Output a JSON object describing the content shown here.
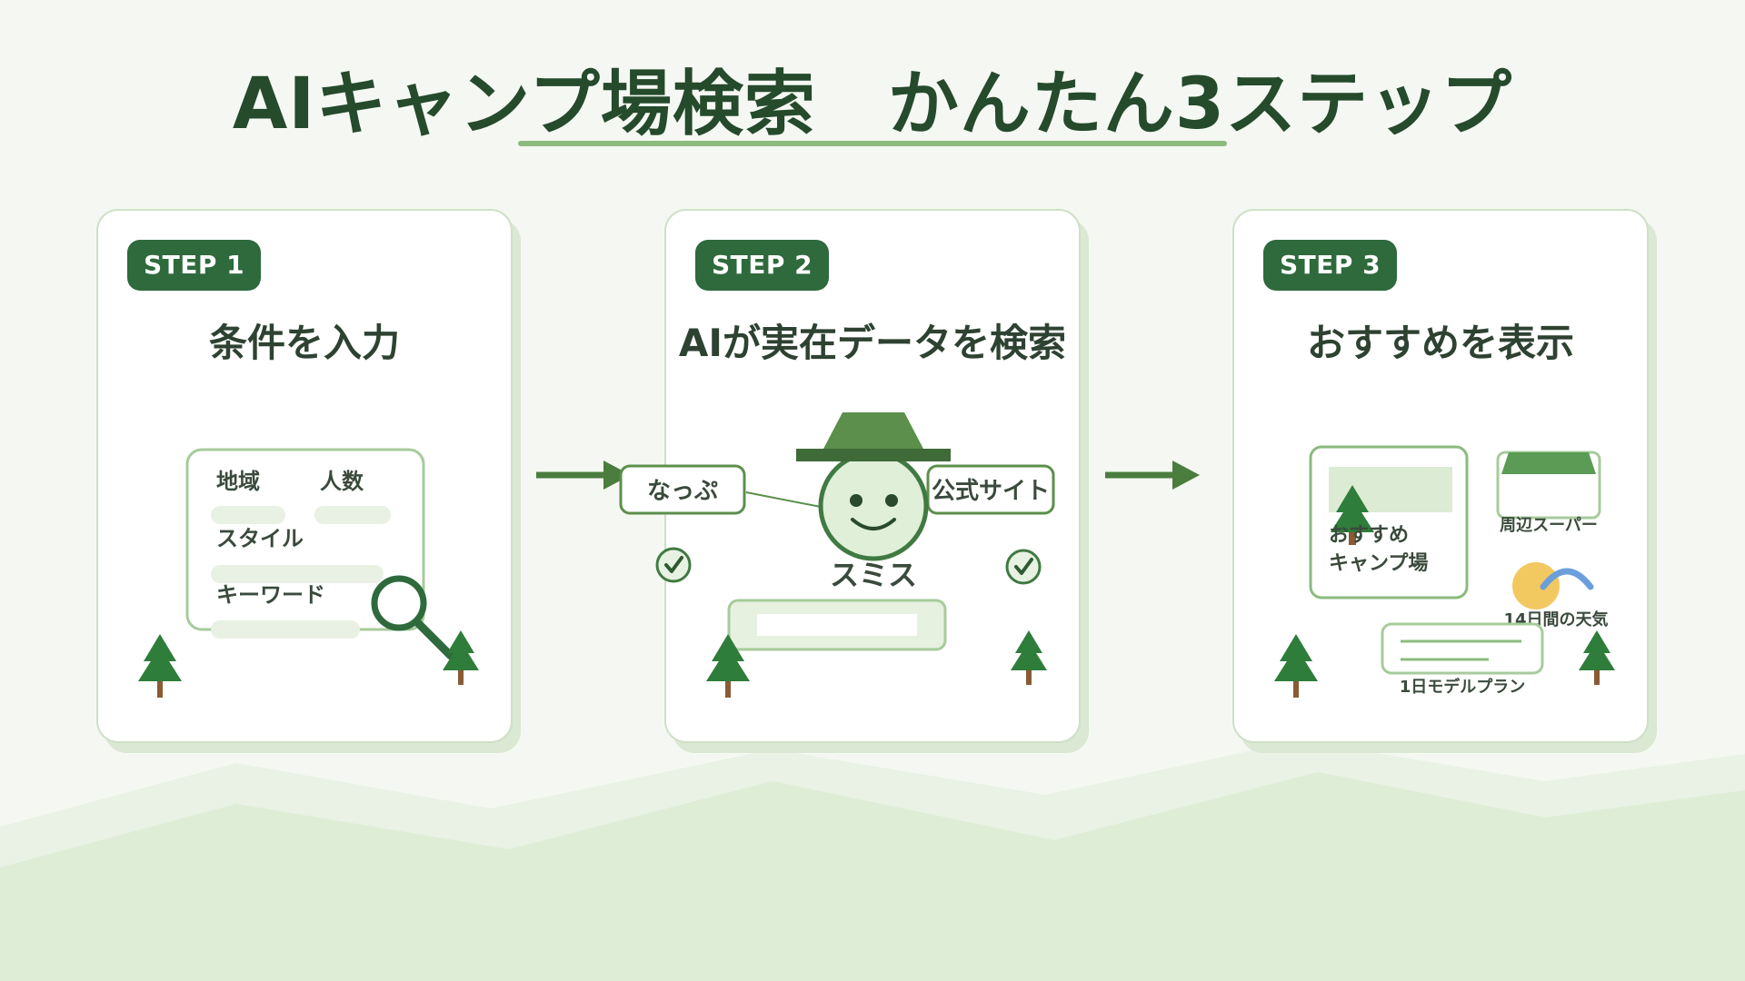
{
  "page": {
    "title": "AIキャンプ場検索　かんたん3ステップ"
  },
  "colors": {
    "dark_green": "#2e6a3c",
    "mid_green": "#5b8f4b",
    "light_green": "#dcebd4",
    "accent_yellow": "#f2c861",
    "accent_blue": "#6b9fdc"
  },
  "steps": [
    {
      "badge": "STEP 1",
      "title": "条件を入力",
      "form": {
        "region_label": "地域",
        "people_label": "人数",
        "style_label": "スタイル",
        "keyword_label": "キーワード"
      }
    },
    {
      "badge": "STEP 2",
      "title": "AIが実在データを検索",
      "sources": {
        "left": "なっぷ",
        "right": "公式サイト"
      },
      "character_name": "スミス"
    },
    {
      "badge": "STEP 3",
      "title": "おすすめを表示",
      "results": {
        "camp_line1": "おすすめ",
        "camp_line2": "キャンプ場",
        "supermarket": "周辺スーパー",
        "weather": "14日間の天気",
        "plan": "1日モデルプラン"
      }
    }
  ]
}
